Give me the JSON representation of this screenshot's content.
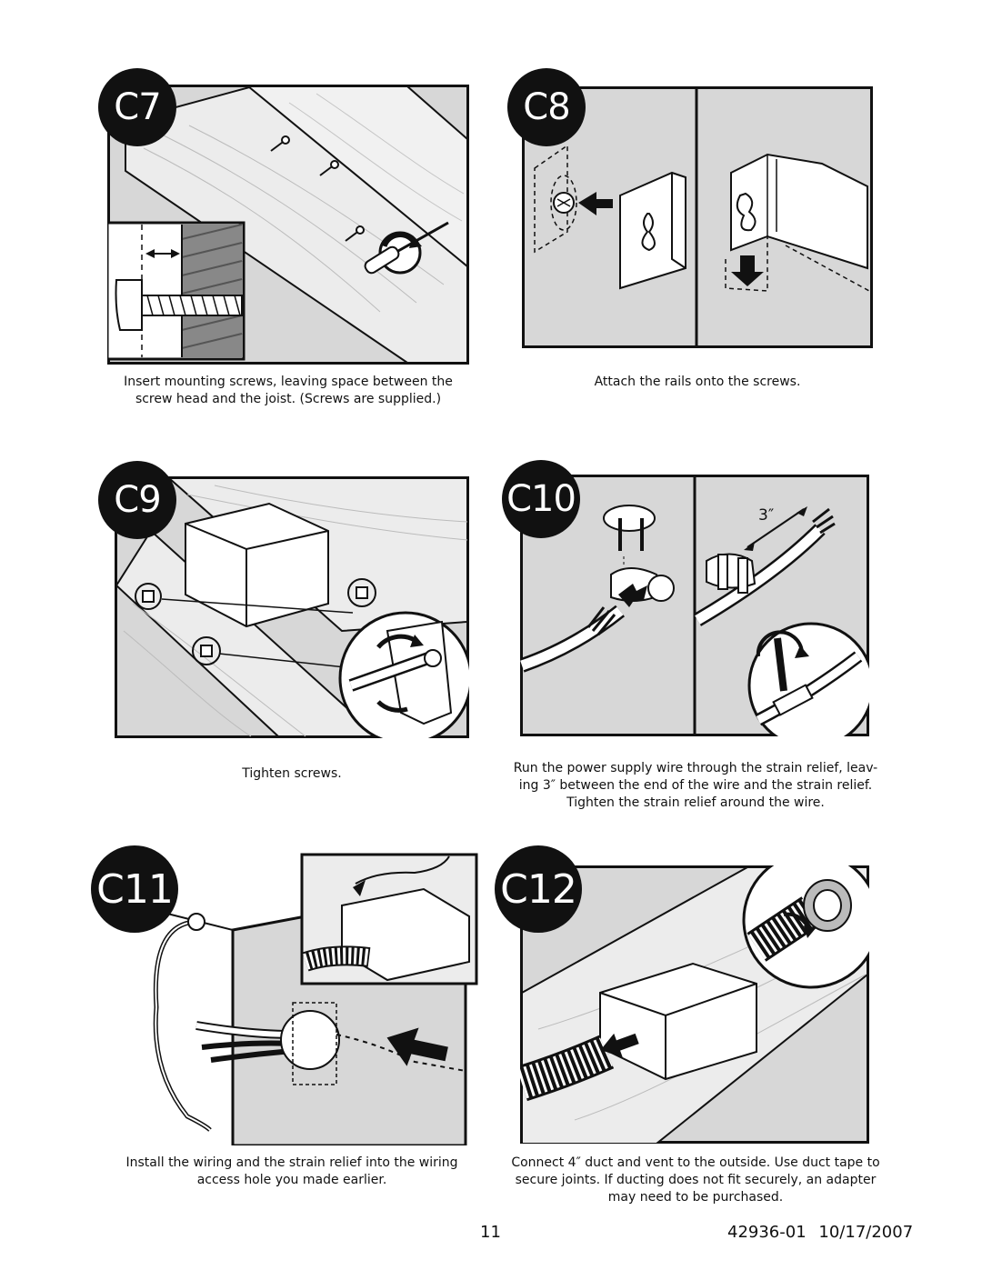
{
  "steps": [
    {
      "label": "C7",
      "caption": [
        "Insert mounting screws, leaving space between the",
        "screw head and the joist. (Screws are supplied.)"
      ]
    },
    {
      "label": "C8",
      "caption": [
        "Attach the rails onto the screws."
      ]
    },
    {
      "label": "C9",
      "caption": [
        "Tighten screws."
      ]
    },
    {
      "label": "C10",
      "caption": [
        "Run the power supply wire through the strain relief, leav-",
        "ing 3″ between the end of the wire and the strain relief.",
        "Tighten the strain relief around the wire."
      ],
      "measure": "3″"
    },
    {
      "label": "C11",
      "caption": [
        "Install the wiring and the strain relief into the wiring",
        "access hole you made earlier."
      ]
    },
    {
      "label": "C12",
      "caption": [
        "Connect 4″ duct and vent to the outside. Use duct tape to",
        "secure joints. If ducting does not fit securely, an adapter",
        "may need to be purchased."
      ]
    }
  ],
  "footer": {
    "page_number": "11",
    "doc_id": "42936-01",
    "date": "10/17/2007"
  },
  "colors": {
    "panel_bg": "#d7d7d7",
    "line": "#111111",
    "wood": "#e9e9e9"
  }
}
